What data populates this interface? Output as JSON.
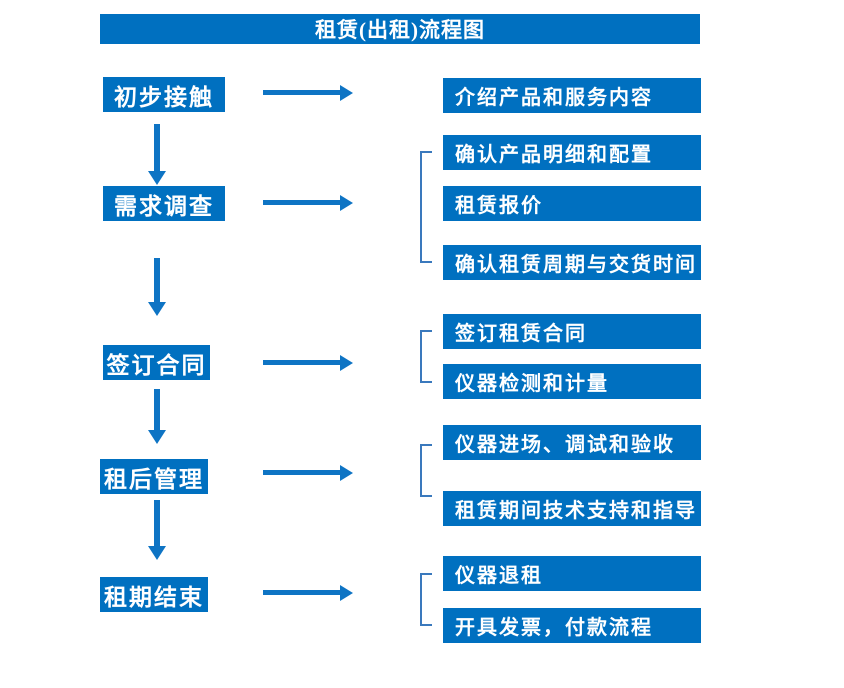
{
  "title": "租赁(出租)流程图",
  "colors": {
    "box_blue": "#0070C0",
    "arrow_blue": "#0E74C4",
    "bracket_blue": "#3A79BD",
    "text_white": "#FFFFFF",
    "background": "#FFFFFF"
  },
  "stages": [
    {
      "label": "初步接触",
      "details": [
        "介绍产品和服务内容"
      ]
    },
    {
      "label": "需求调查",
      "details": [
        "确认产品明细和配置",
        "租赁报价",
        "确认租赁周期与交货时间"
      ]
    },
    {
      "label": "签订合同",
      "details": [
        "签订租赁合同",
        "仪器检测和计量"
      ]
    },
    {
      "label": "租后管理",
      "details": [
        "仪器进场、调试和验收",
        "租赁期间技术支持和指导"
      ]
    },
    {
      "label": "租期结束",
      "details": [
        "仪器退租",
        "开具发票，付款流程"
      ]
    }
  ]
}
